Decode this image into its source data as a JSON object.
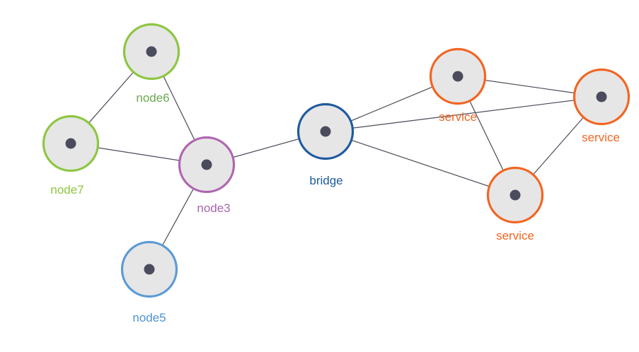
{
  "graph": {
    "nodes": [
      {
        "id": "node6",
        "label": "node6",
        "ring_color": "#8dc63f",
        "label_color": "#6aa84f"
      },
      {
        "id": "node7",
        "label": "node7",
        "ring_color": "#8dc63f",
        "label_color": "#8cc63f"
      },
      {
        "id": "node3",
        "label": "node3",
        "ring_color": "#b066b0",
        "label_color": "#a865b0"
      },
      {
        "id": "node5",
        "label": "node5",
        "ring_color": "#5b9bd5",
        "label_color": "#4f93cf"
      },
      {
        "id": "bridge",
        "label": "bridge",
        "ring_color": "#1f5aa0",
        "label_color": "#1f5aa0"
      },
      {
        "id": "service1",
        "label": "service",
        "ring_color": "#f26522",
        "label_color": "#f26522"
      },
      {
        "id": "service2",
        "label": "service",
        "ring_color": "#f26522",
        "label_color": "#f26522"
      },
      {
        "id": "service3",
        "label": "service",
        "ring_color": "#f26522",
        "label_color": "#f26522"
      }
    ],
    "edges": [
      [
        "node6",
        "node7"
      ],
      [
        "node6",
        "node3"
      ],
      [
        "node7",
        "node3"
      ],
      [
        "node3",
        "node5"
      ],
      [
        "node3",
        "bridge"
      ],
      [
        "bridge",
        "service1"
      ],
      [
        "bridge",
        "service2"
      ],
      [
        "bridge",
        "service3"
      ],
      [
        "service1",
        "service2"
      ],
      [
        "service1",
        "service3"
      ],
      [
        "service2",
        "service3"
      ]
    ]
  }
}
